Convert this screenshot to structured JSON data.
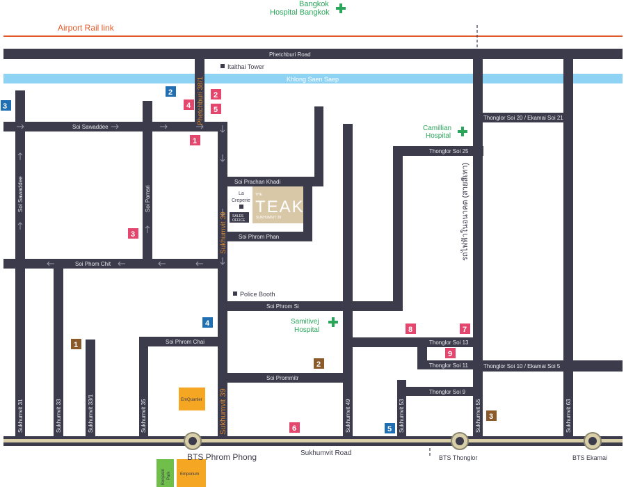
{
  "hospitals": {
    "bangkok": [
      "Bangkok",
      "Hospital Bangkok"
    ],
    "camillian": [
      "Camillian",
      "Hospital"
    ],
    "samitivej": [
      "Samitivej",
      "Hospital"
    ]
  },
  "airport_rail_link": "Airport Rail link",
  "roads": {
    "phetchburi": "Phetchburi Road",
    "khlong": "Khlong Saen Saep",
    "soi_sawaddee": "Soi Sawaddee",
    "soi_phom_chit": "Soi Phom Chit",
    "soi_prachan_khadi": "Soi Prachan Khadi",
    "soi_phrom_phan": "Soi Phrom Phan",
    "soi_phrom_si": "Soi Phrom Si",
    "soi_phrom_chai": "Soi Phrom Chai",
    "soi_prommitr": "Soi Prommitr",
    "thonglor_20": "Thonglor Soi 20 / Ekamai Soi 21",
    "thonglor_25": "Thonglor Soi 25",
    "thonglor_13": "Thonglor Soi 13",
    "thonglor_11": "Thonglor Soi 11",
    "thonglor_10": "Thonglor Soi 10 / Ekamai Soi 5",
    "thonglor_9": "Thonglor Soi 9",
    "sukhumvit_road": "Sukhumvit Road",
    "phetchburi_38": "Phetchburi 38/1",
    "soi_sawaddee_v": "Soi Sawaddee",
    "soi_pomsri": "Soi Pomsri",
    "sukhumvit_39": "Sukhumvit 39",
    "sukhumvit_31": "Sukhumvit 31",
    "sukhumvit_33": "Sukhumvit 33",
    "sukhumvit_33_1": "Sukhumvit 33/1",
    "sukhumvit_35": "Sukhumvit 35",
    "sukhumvit_49": "Sukhumvit 49",
    "sukhumvit_53": "Sukhumvit 53",
    "sukhumvit_55": "Sukhumvit 55",
    "sukhumvit_63": "Sukhumvit 63",
    "thai_rail": "รถไฟฟ้าในอนาคต (สายสีเทา)"
  },
  "landmarks": {
    "italthai": "Italthai Tower",
    "la_creperie": [
      "La",
      "Creperie"
    ],
    "sales_office": [
      "SALES",
      "OFFICE"
    ],
    "police_booth": "Police Booth",
    "emquartier": "EmQuartier",
    "emporium": "Emporium",
    "benjasiri": [
      "Benjasiri",
      "Park"
    ]
  },
  "teak": {
    "the": "THE",
    "name": "TEAK",
    "sub": "SUKHUMVIT 39"
  },
  "bts": {
    "phrom_phong": "BTS Phrom Phong",
    "thonglor": "BTS Thonglor",
    "ekamai": "BTS Ekamai"
  },
  "badges": {
    "blue": [
      "3",
      "2",
      "4",
      "5"
    ],
    "pink": [
      "4",
      "2",
      "5",
      "1",
      "3",
      "8",
      "7",
      "9",
      "6"
    ],
    "brown": [
      "1",
      "2",
      "3"
    ]
  },
  "colors": {
    "road": "#3b3b4b",
    "khlong": "#8fd3f4",
    "airport_rail": "#e2582a",
    "pink": "#e4476d",
    "blue": "#1f6fb2",
    "brown": "#8b5a2b",
    "green": "#2aa65a",
    "sukhumvit_track": "#d8cfa8",
    "mall": "#f5a623",
    "park": "#6fbf4a",
    "teak_bg": "#d9c8a8"
  }
}
